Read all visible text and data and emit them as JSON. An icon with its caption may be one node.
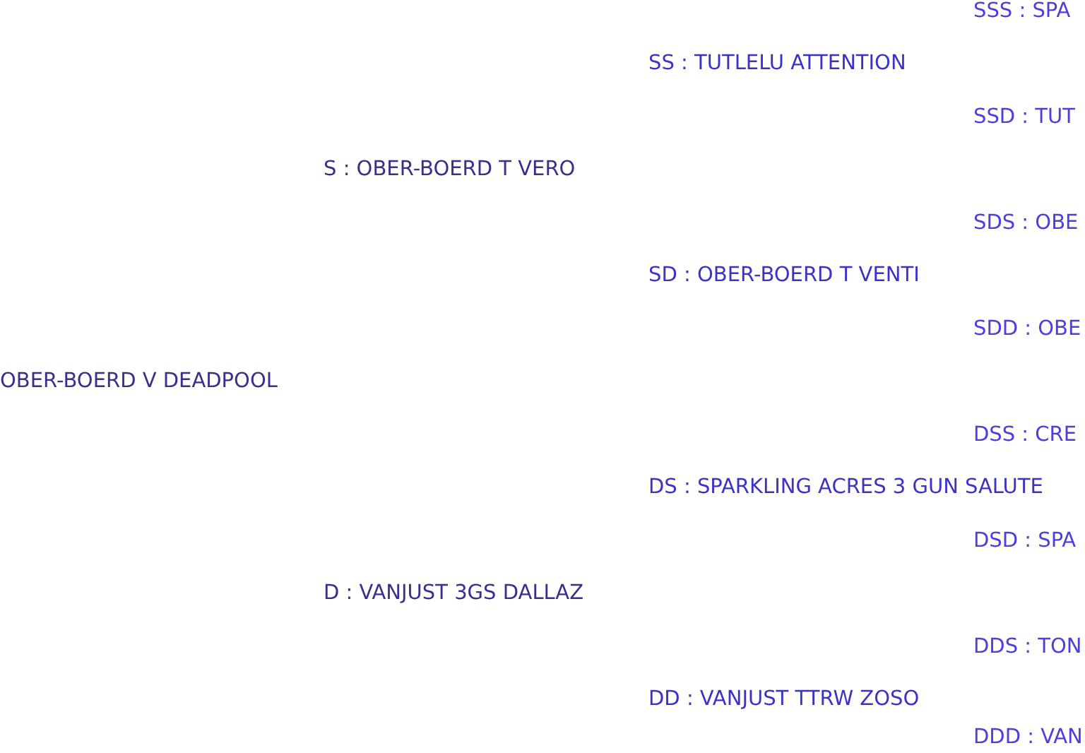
{
  "diagram": {
    "labels": [
      "SSS : SPA",
      "SS : TUTLELU ATTENTION",
      "SSD : TUT",
      "S : OBER-BOERD T VERO",
      "SDS : OBE",
      "SD : OBER-BOERD T VENTI",
      "SDD : OBE",
      "OBER-BOERD V DEADPOOL",
      "DSS : CRE",
      "DS : SPARKLING ACRES 3 GUN SALUTE",
      "DSD : SPA",
      "D : VANJUST 3GS DALLAZ",
      "DDS : TON",
      "DD : VANJUST TTRW ZOSO",
      "DDD : VAN"
    ]
  }
}
